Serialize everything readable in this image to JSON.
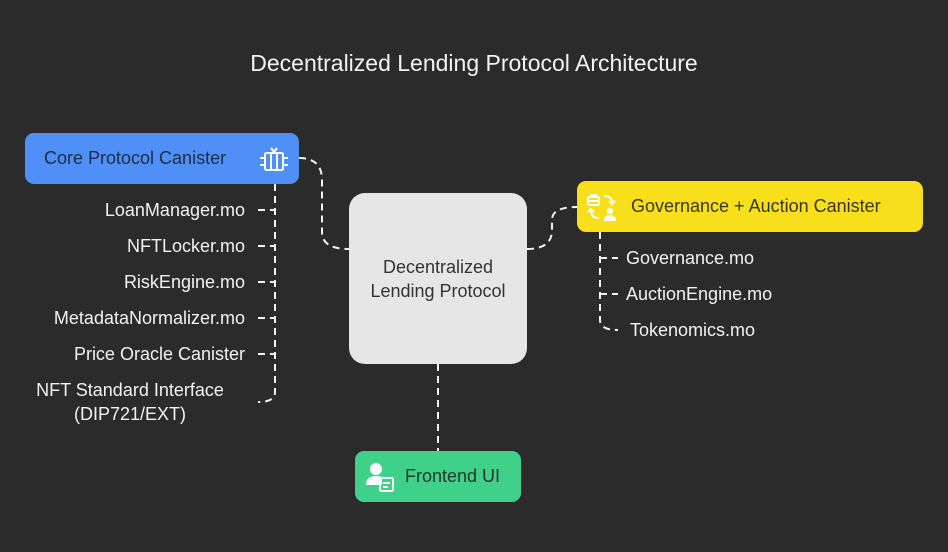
{
  "title": "Decentralized Lending Protocol Architecture",
  "center": {
    "label": "Decentralized Lending Protocol"
  },
  "core": {
    "label": "Core Protocol Canister",
    "icon": "canister-icon",
    "color": "#4f8ff7",
    "children": [
      "LoanManager.mo",
      "NFTLocker.mo",
      "RiskEngine.mo",
      "MetadataNormalizer.mo",
      "Price Oracle Canister",
      "NFT Standard Interface (DIP721/EXT)"
    ]
  },
  "governance": {
    "label": "Governance + Auction Canister",
    "icon": "governance-exchange-icon",
    "color": "#f8df1c",
    "children": [
      "Governance.mo",
      "AuctionEngine.mo",
      "Tokenomics.mo"
    ]
  },
  "frontend": {
    "label": "Frontend UI",
    "icon": "user-document-icon",
    "color": "#3fd18a"
  }
}
